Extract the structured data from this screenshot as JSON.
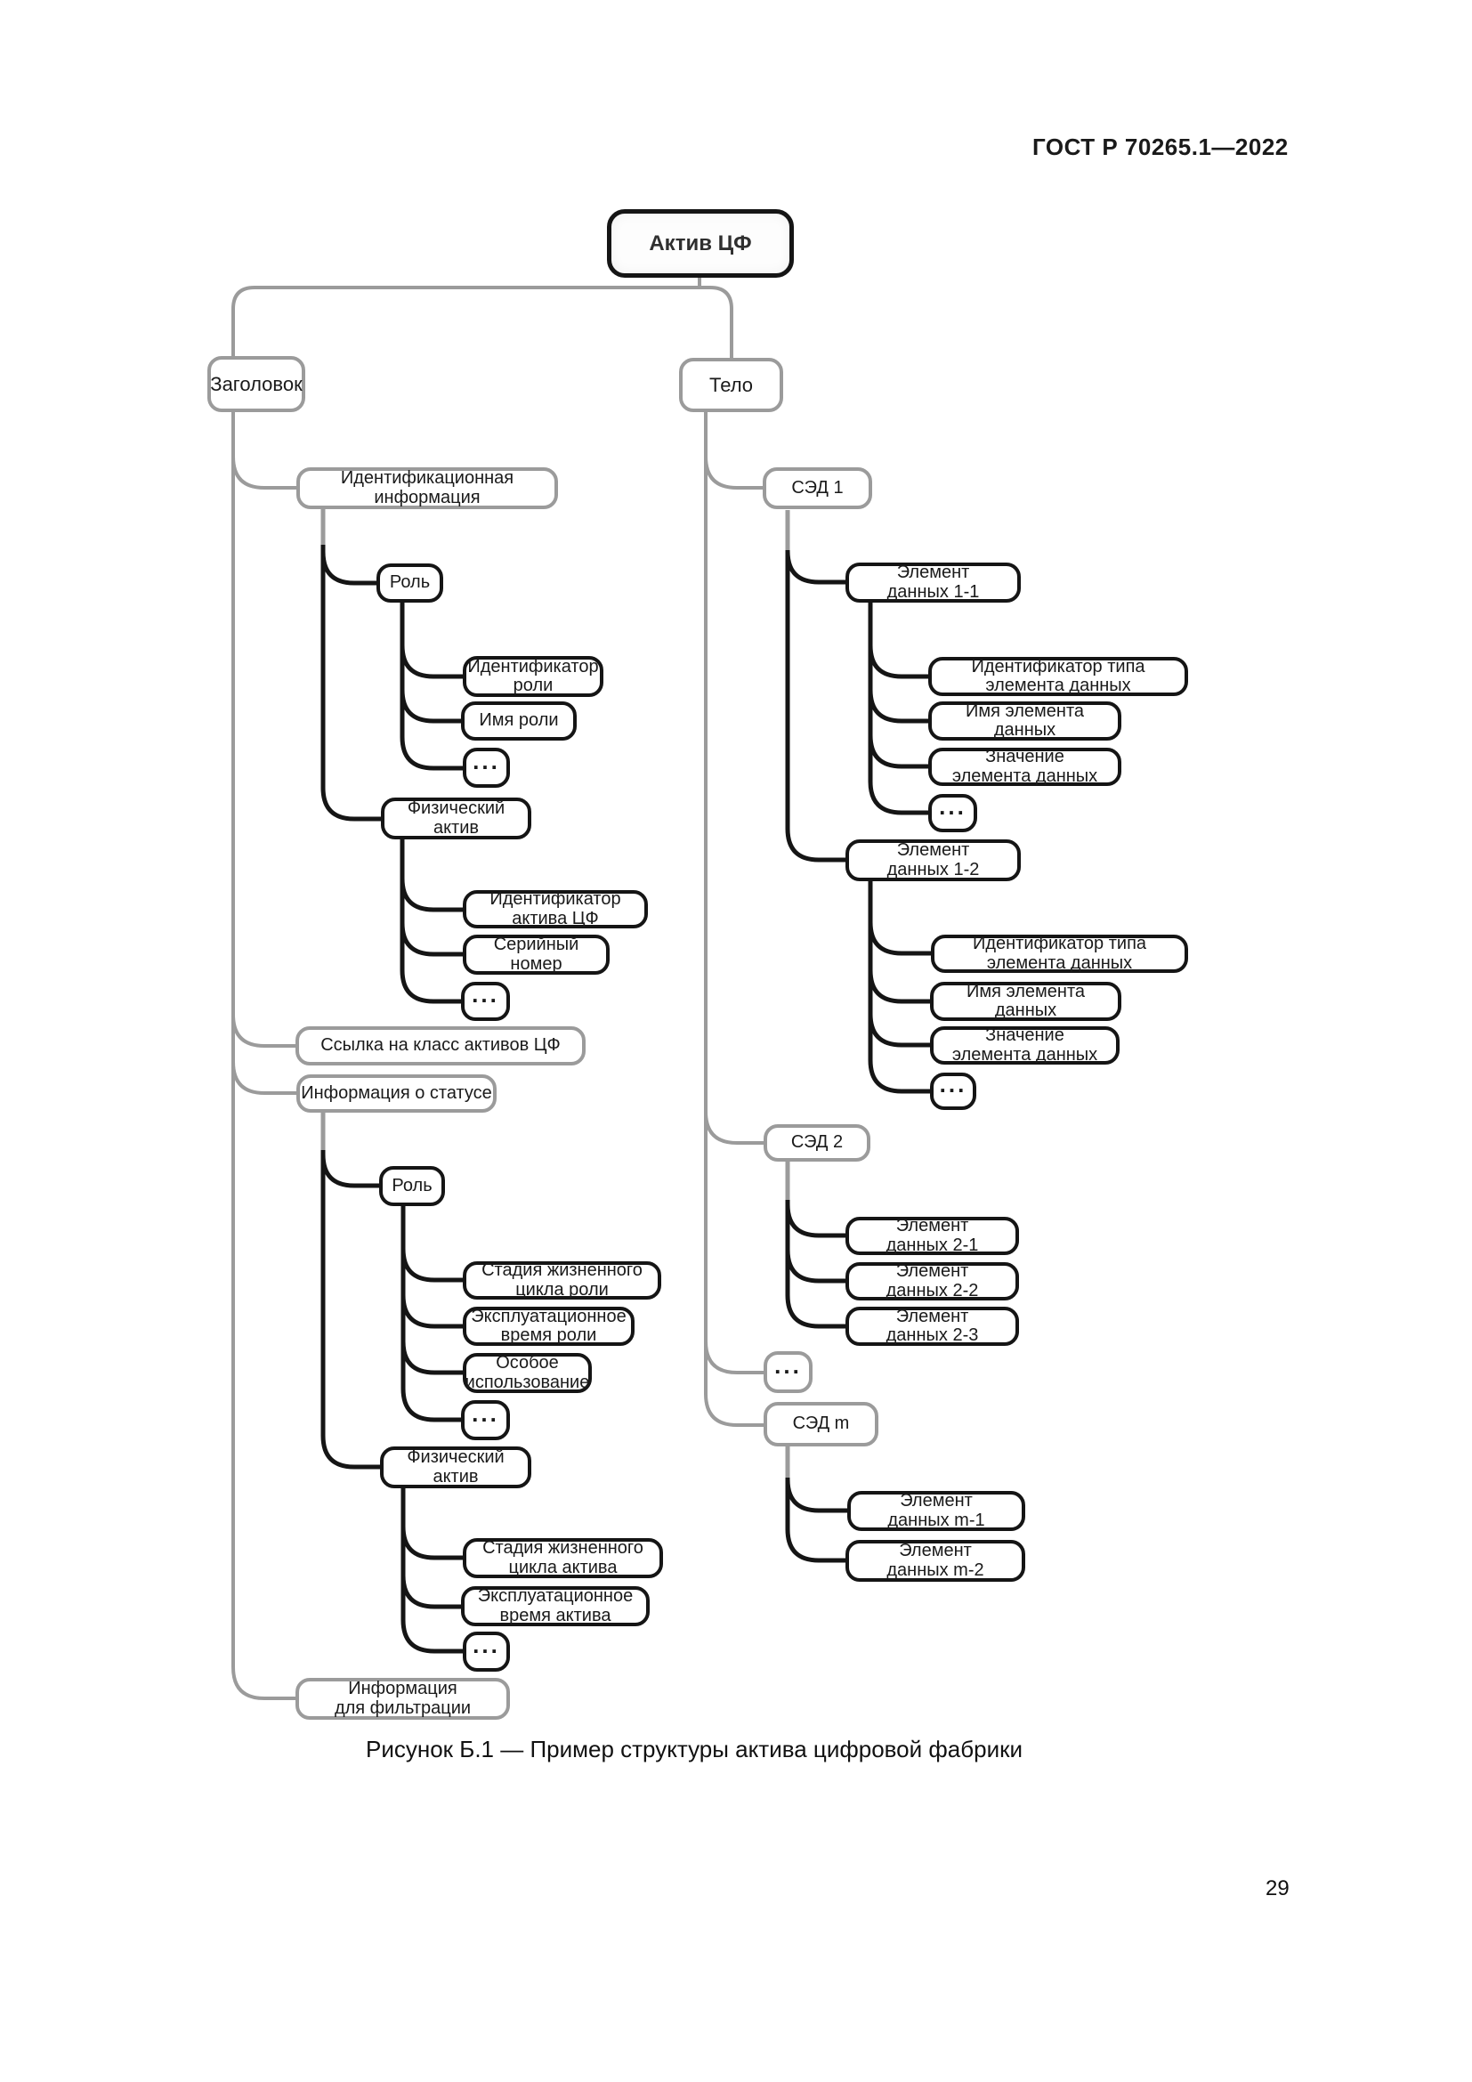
{
  "header": {
    "title": "ГОСТ Р 70265.1—2022"
  },
  "caption": "Рисунок Б.1 — Пример структуры актива цифровой фабрики",
  "page_number": "29",
  "colors": {
    "box_border_dark": "#151515",
    "box_border_gray": "#9b9b9b",
    "connector_dark": "#151515",
    "connector_gray": "#9b9b9b",
    "background": "#ffffff"
  },
  "diagram": {
    "root": "Актив ЦФ",
    "ellipsis": "...",
    "nodes": {
      "zagolovok": "Заголовок",
      "telo": "Тело",
      "id_info": "Идентификационная\nинформация",
      "rol_1": "Роль",
      "id_roli": "Идентификатор\nроли",
      "imya_roli": "Имя роли",
      "fiz_aktiv_1": "Физический\nактив",
      "id_aktiva": "Идентификатор\nактива ЦФ",
      "ser_nomer": "Серийный номер",
      "ssylka": "Ссылка на класс активов ЦФ",
      "info_status": "Информация о статусе",
      "rol_2": "Роль",
      "stadiya_roli": "Стадия жизненного\nцикла роли",
      "expl_roli": "Эксплуатационное\nвремя роли",
      "osoboe": "Особое\nиспользование",
      "fiz_aktiv_2": "Физический\nактив",
      "stadiya_aktiva": "Стадия жизненного\nцикла актива",
      "expl_aktiva": "Эксплуатационное\nвремя актива",
      "info_filtr": "Информация\nдля фильтрации",
      "sed_1": "СЭД 1",
      "el_1_1": "Элемент\nданных 1-1",
      "id_tipa_1": "Идентификатор типа\nэлемента данных",
      "imya_el_1": "Имя элемента\nданных",
      "znach_el_1": "Значение\nэлемента данных",
      "el_1_2": "Элемент\nданных 1-2",
      "id_tipa_2": "Идентификатор типа\nэлемента данных",
      "imya_el_2": "Имя элемента\nданных",
      "znach_el_2": "Значение\nэлемента данных",
      "sed_2": "СЭД 2",
      "el_2_1": "Элемент\nданных 2-1",
      "el_2_2": "Элемент\nданных 2-2",
      "el_2_3": "Элемент\nданных 2-3",
      "sed_m": "СЭД m",
      "el_m_1": "Элемент\nданных m-1",
      "el_m_2": "Элемент\nданных m-2"
    }
  }
}
